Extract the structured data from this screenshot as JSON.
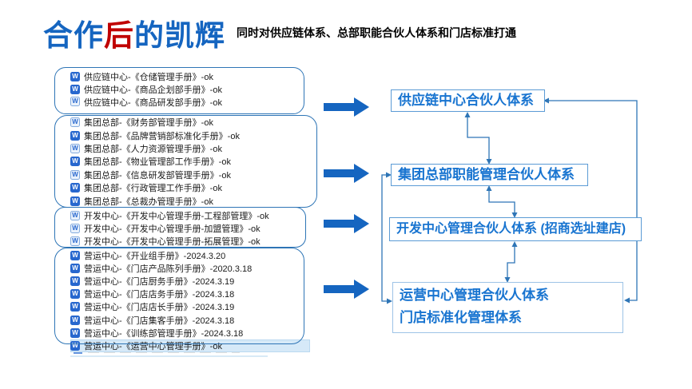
{
  "title": {
    "part1": "合作",
    "part2": "后",
    "part3": "的凯辉"
  },
  "subtitle": "同时对供应链体系、总部职能合伙人体系和门店标准打通",
  "colors": {
    "title_blue": "#1565C0",
    "title_red": "#C00000",
    "box_text_blue": "#1874D0",
    "box_border_blue": "#5B9BD5",
    "group_outline_blue": "#2E75B6",
    "big_arrow_blue": "#1565C0",
    "connector_blue": "#2E75B6",
    "selected_row_bg": "#D6E9F8",
    "doc_icon_blue": "#2767CE"
  },
  "file_groups": [
    {
      "name": "supply-chain-center",
      "items": [
        {
          "label": "供应链中心-《仓储管理手册》-ok",
          "icon": "solid",
          "state": ""
        },
        {
          "label": "供应链中心-《商品企划部手册》-ok",
          "icon": "solid",
          "state": ""
        },
        {
          "label": "供应链中心-《商品研发部手册》-ok",
          "icon": "light",
          "state": ""
        }
      ]
    },
    {
      "name": "group-headquarters",
      "items": [
        {
          "label": "集团总部-《财务部管理手册》-ok",
          "icon": "light",
          "state": ""
        },
        {
          "label": "集团总部-《品牌营销部标准化手册》-ok",
          "icon": "solid",
          "state": ""
        },
        {
          "label": "集团总部-《人力资源管理手册》-ok",
          "icon": "light",
          "state": ""
        },
        {
          "label": "集团总部-《物业管理部工作手册》-ok",
          "icon": "solid",
          "state": ""
        },
        {
          "label": "集团总部-《信息研发部管理手册》-ok",
          "icon": "light",
          "state": ""
        },
        {
          "label": "集团总部-《行政管理工作手册》-ok",
          "icon": "solid",
          "state": ""
        },
        {
          "label": "集团总部-《总裁办管理手册》-ok",
          "icon": "solid",
          "state": ""
        }
      ]
    },
    {
      "name": "development-center",
      "items": [
        {
          "label": "开发中心-《开发中心管理手册-工程部管理》-ok",
          "icon": "light",
          "state": ""
        },
        {
          "label": "开发中心-《开发中心管理手册-加盟管理》-ok",
          "icon": "light",
          "state": ""
        },
        {
          "label": "开发中心-《开发中心管理手册-拓展管理》-ok",
          "icon": "light",
          "state": ""
        }
      ]
    },
    {
      "name": "operations-center",
      "items": [
        {
          "label": "营运中心-《开业组手册》-2024.3.20",
          "icon": "solid",
          "state": ""
        },
        {
          "label": "营运中心-《门店产品陈列手册》-2020.3.18",
          "icon": "solid",
          "state": ""
        },
        {
          "label": "营运中心-《门店厨务手册》-2024.3.19",
          "icon": "solid",
          "state": ""
        },
        {
          "label": "营运中心-《门店店务手册》-2024.3.18",
          "icon": "solid",
          "state": ""
        },
        {
          "label": "营运中心-《门店店长手册》-2024.3.19",
          "icon": "solid",
          "state": ""
        },
        {
          "label": "营运中心-《门店集客手册》-2024.3.18",
          "icon": "solid",
          "state": ""
        },
        {
          "label": "营运中心-《训练部管理手册》-2024.3.18",
          "icon": "solid",
          "state": ""
        },
        {
          "label": "营运中心-《运营中心管理手册》-ok",
          "icon": "solid",
          "state": "selected"
        }
      ]
    }
  ],
  "flow_boxes": [
    {
      "label": "供应链中心合伙人体系"
    },
    {
      "label": "集团总部职能管理合伙人体系"
    },
    {
      "label": "开发中心管理合伙人体系 (招商选址建店)"
    },
    {
      "lines": [
        "运营中心管理合伙人体系",
        "门店标准化管理体系"
      ]
    }
  ]
}
